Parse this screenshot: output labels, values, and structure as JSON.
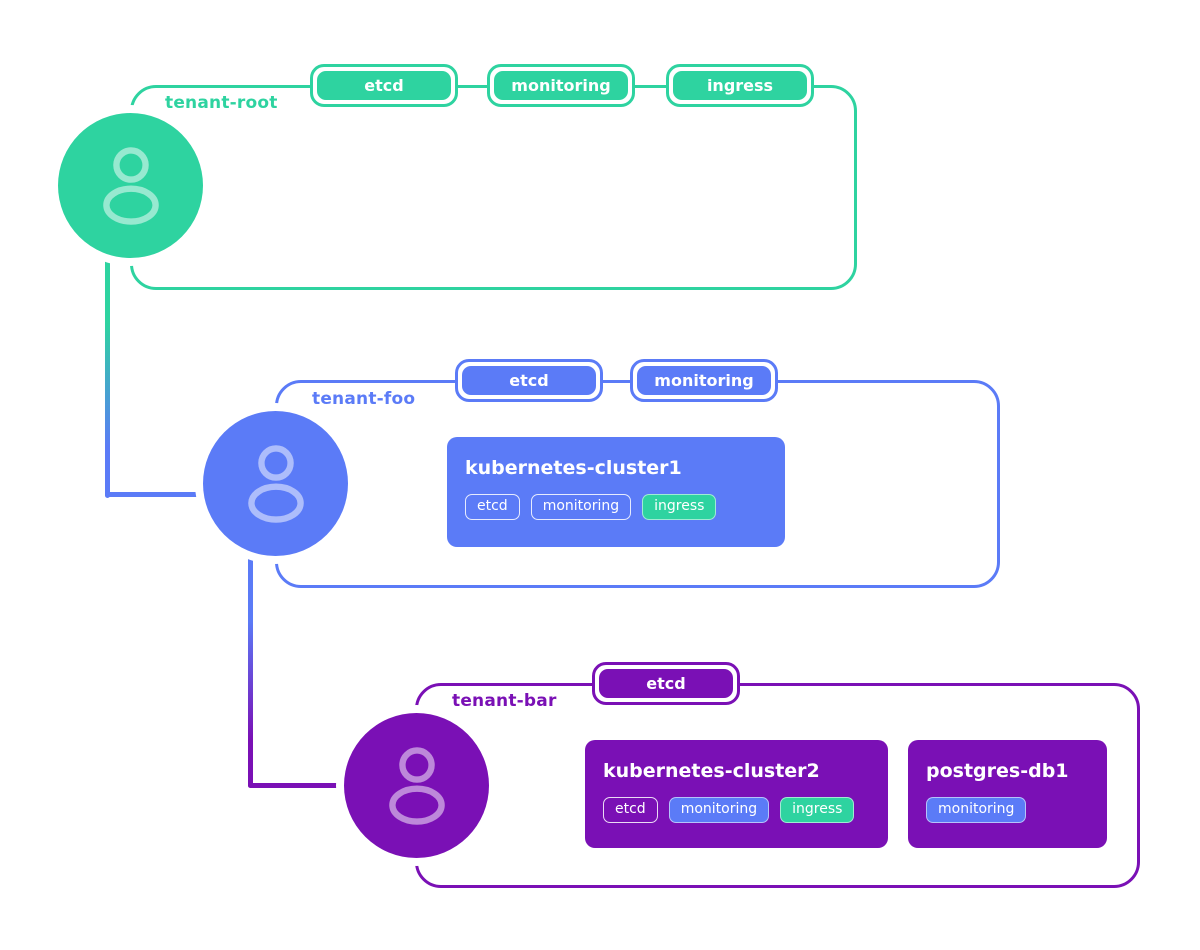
{
  "colors": {
    "green": "#2ed3a0",
    "blue": "#5b7bf7",
    "purple": "#7a10b5"
  },
  "tenants": [
    {
      "label": "tenant-root",
      "tabs": [
        "etcd",
        "monitoring",
        "ingress"
      ],
      "clusters": []
    },
    {
      "label": "tenant-foo",
      "tabs": [
        "etcd",
        "monitoring"
      ],
      "clusters": [
        {
          "title": "kubernetes-cluster1",
          "pills": [
            {
              "label": "etcd",
              "style": "outline"
            },
            {
              "label": "monitoring",
              "style": "outline"
            },
            {
              "label": "ingress",
              "style": "green"
            }
          ]
        }
      ]
    },
    {
      "label": "tenant-bar",
      "tabs": [
        "etcd"
      ],
      "clusters": [
        {
          "title": "kubernetes-cluster2",
          "pills": [
            {
              "label": "etcd",
              "style": "outline"
            },
            {
              "label": "monitoring",
              "style": "blue"
            },
            {
              "label": "ingress",
              "style": "green"
            }
          ]
        },
        {
          "title": "postgres-db1",
          "pills": [
            {
              "label": "monitoring",
              "style": "blue"
            }
          ]
        }
      ]
    }
  ]
}
